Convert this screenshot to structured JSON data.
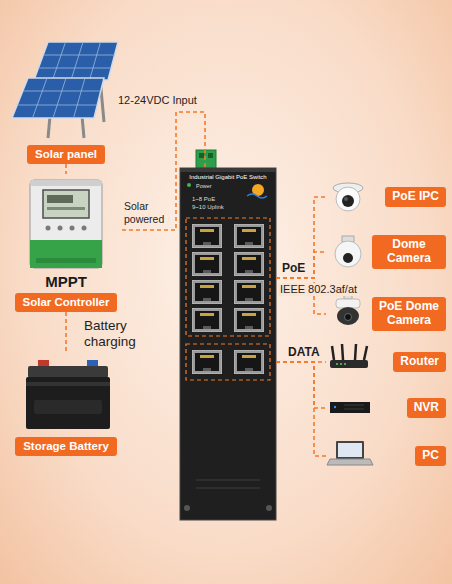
{
  "diagram": {
    "nodes": [
      {
        "text": [
          "Solar panel"
        ]
      },
      {
        "text": [
          "MPPT",
          "Solar Controller"
        ]
      },
      {
        "text": [
          "Storage Battery"
        ]
      },
      {
        "text": [
          "Industrial Gigabit PoE Switch",
          "Power",
          "1~8 PoE 9~10 Uplink"
        ]
      },
      {
        "text": [
          "PoE IPC"
        ]
      },
      {
        "text": [
          "Dome Camera"
        ]
      },
      {
        "text": [
          "PoE Dome Camera"
        ]
      },
      {
        "text": [
          "Router"
        ]
      },
      {
        "text": [
          "NVR"
        ]
      },
      {
        "text": [
          "PC"
        ]
      }
    ],
    "edges": [
      {
        "from": 0,
        "to": 1,
        "arrow": "none"
      },
      {
        "from": 1,
        "to": 3,
        "label": "Solar powered",
        "arrow": "none"
      },
      {
        "from": 1,
        "to": 2,
        "label": "Battery charging",
        "arrow": "none"
      },
      {
        "from": 3,
        "to": 4,
        "arrow": "none"
      },
      {
        "from": 3,
        "to": 5,
        "arrow": "none"
      },
      {
        "from": 3,
        "to": 6,
        "arrow": "none"
      },
      {
        "from": 3,
        "to": 7,
        "arrow": "none"
      },
      {
        "from": 3,
        "to": 8,
        "arrow": "none"
      },
      {
        "from": 3,
        "to": 9,
        "arrow": "none"
      }
    ],
    "labels": [
      "12-24VDC Input",
      "PoE",
      "IEEE 802.3af/at",
      "DATA"
    ]
  }
}
